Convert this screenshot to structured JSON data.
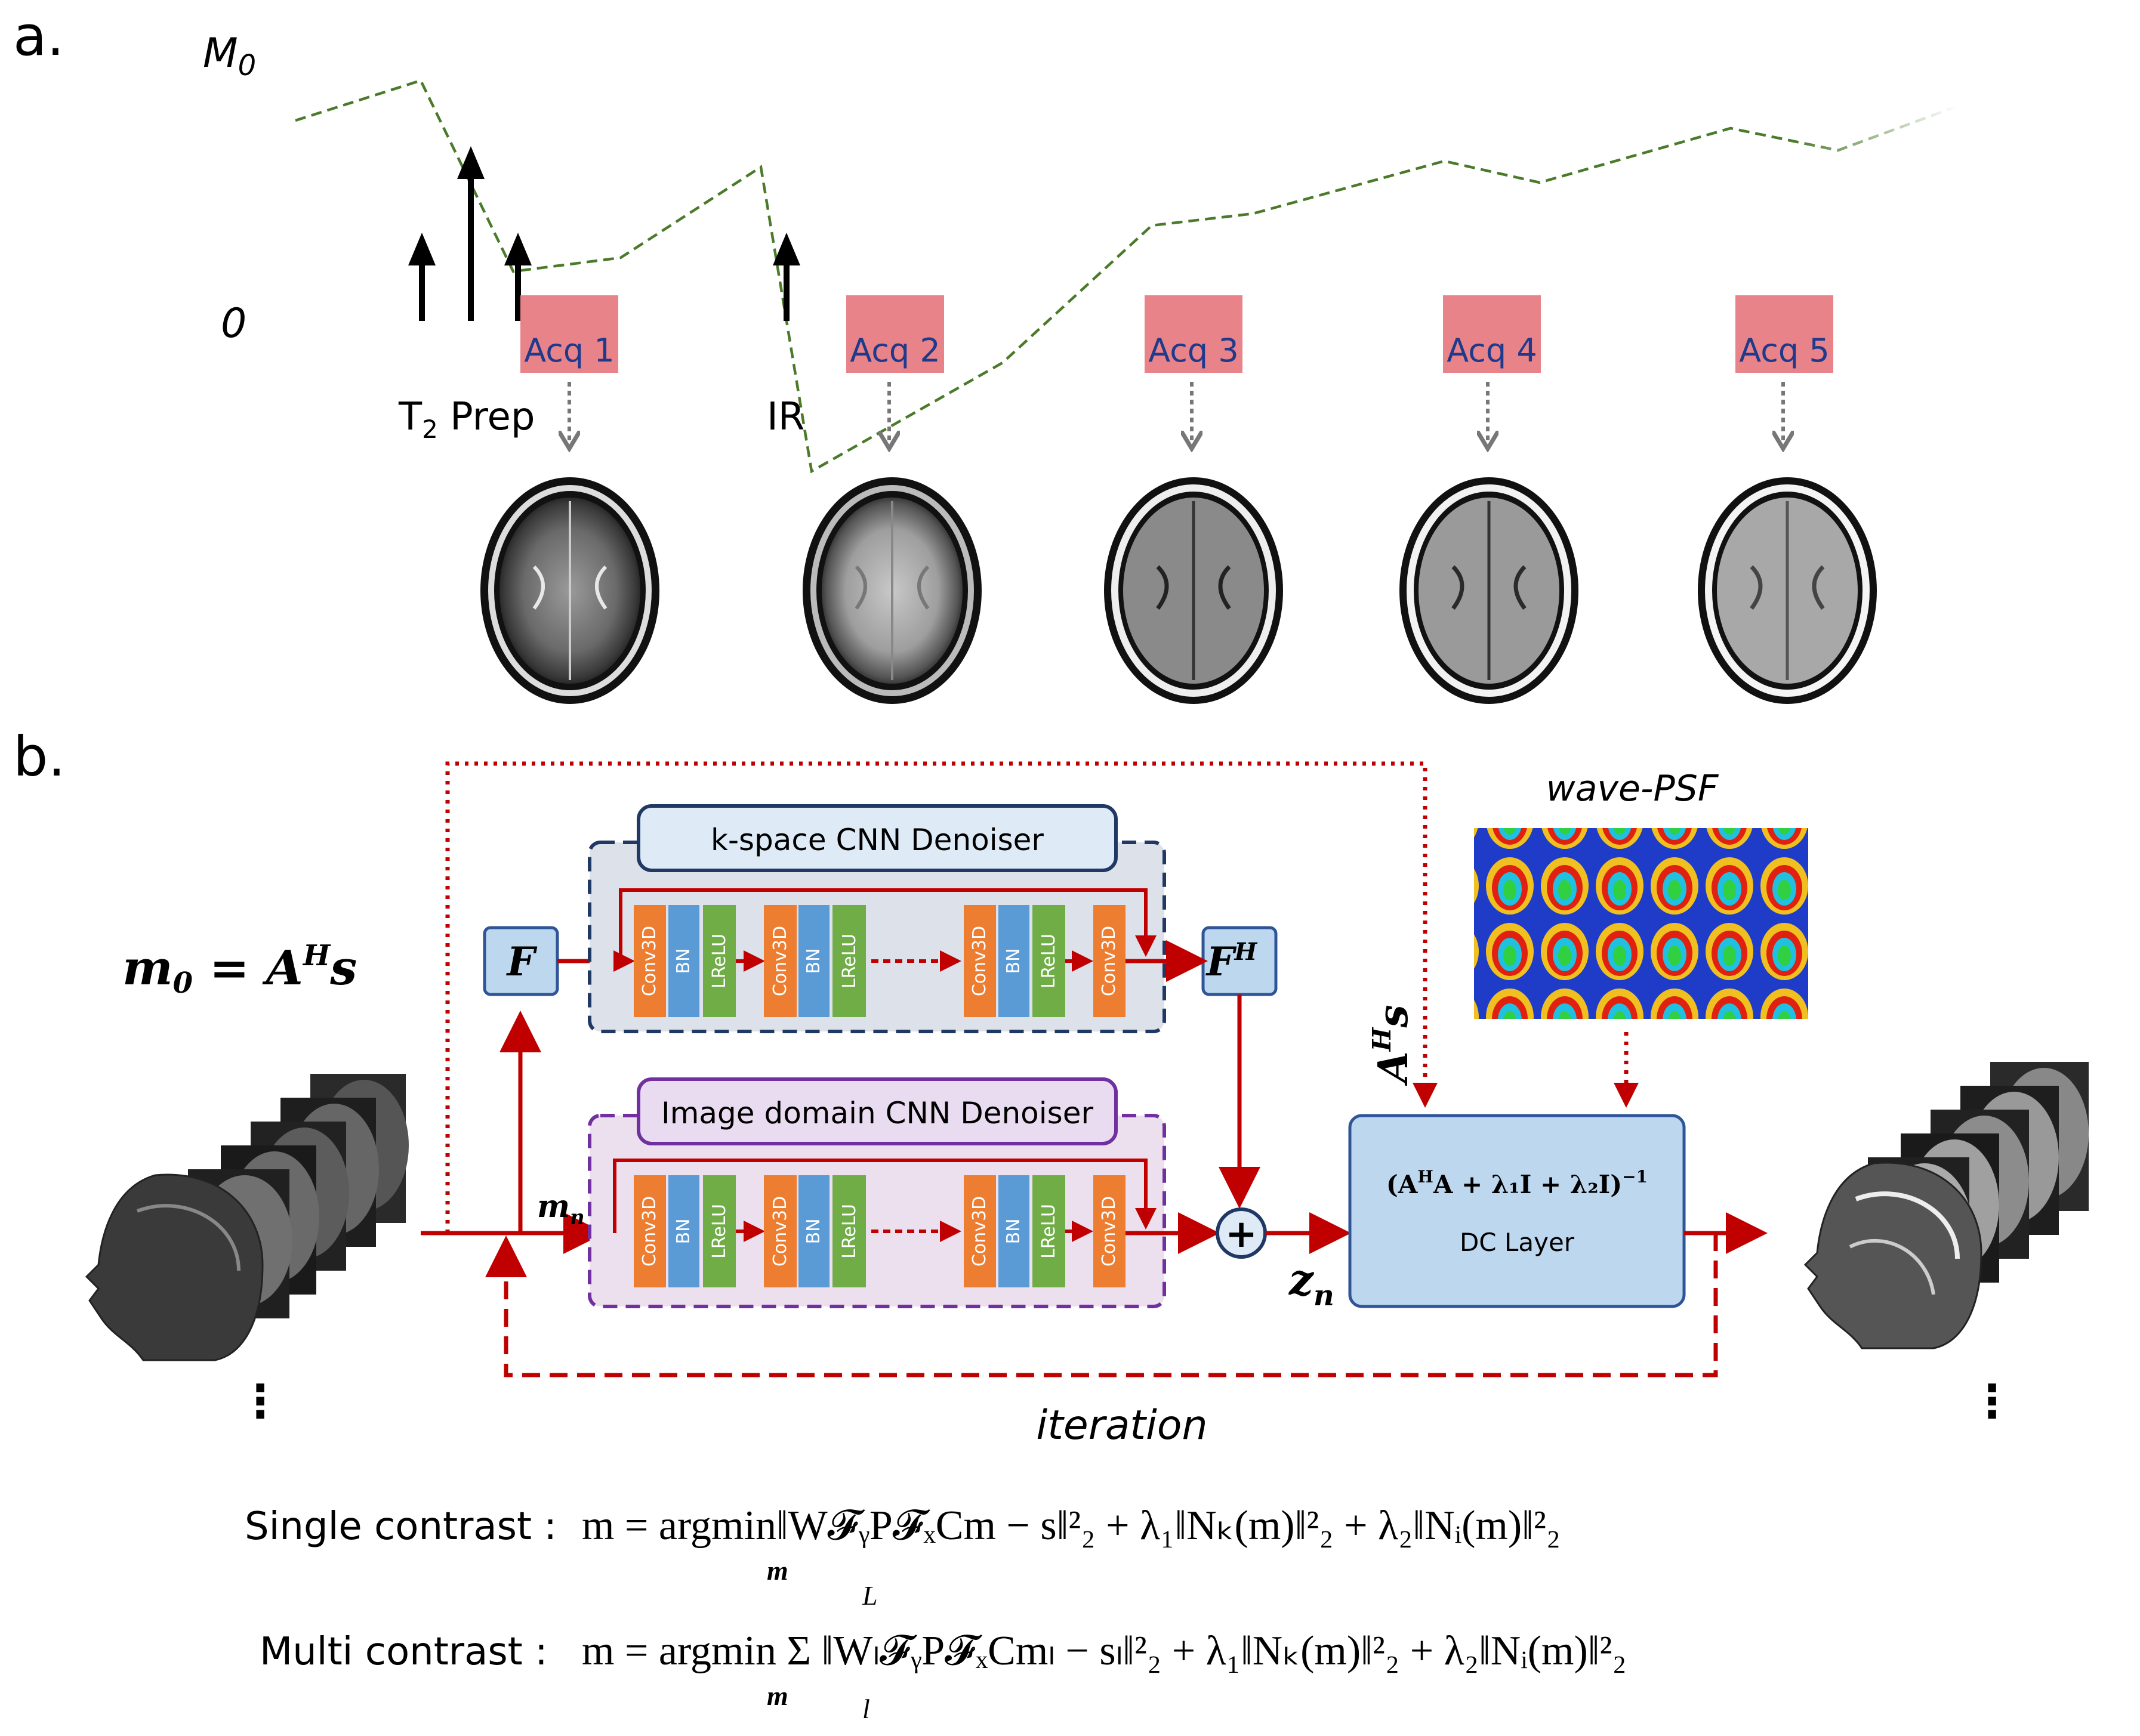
{
  "panel_a": {
    "label": "a.",
    "m0": "M",
    "m0_sub": "0",
    "zero": "0",
    "t2prep": "T",
    "t2prep_sub": "2",
    "t2prep_rest": " Prep",
    "ir": "IR",
    "acq": [
      "Acq 1",
      "Acq 2",
      "Acq 3",
      "Acq 4",
      "Acq 5"
    ]
  },
  "panel_b": {
    "label": "b.",
    "m0_eq_m": "m",
    "m0_eq_sub": "0",
    "m0_eq_rest": " = A",
    "m0_eq_sup": "H",
    "m0_eq_s": "s",
    "kspace_title": "k-space CNN Denoiser",
    "image_title": "Image domain CNN Denoiser",
    "layers": [
      "Conv3D",
      "BN",
      "LReLU",
      "Conv3D",
      "BN",
      "LReLU",
      "Conv3D",
      "BN",
      "LReLU",
      "Conv3D"
    ],
    "fourier": "F",
    "fourier_inv_sup": "H",
    "mn": "m",
    "mn_sub": "n",
    "zn": "z",
    "zn_sub": "n",
    "ahs": "A",
    "ahs_sup": "H",
    "ahs_s": "s",
    "wave_psf": "wave-PSF",
    "dc_formula": "(A",
    "dc_formula_sup": "H",
    "dc_formula_rest": "A + λ₁I + λ₂I)",
    "dc_formula_exp": "−1",
    "dc_layer": "DC Layer",
    "plus": "+",
    "iteration": "iteration",
    "ellipsis": "⋮"
  },
  "equations": {
    "single_label": "Single contrast :",
    "single_eq": "m = argmin‖W𝓕ᵧP𝓕ₓCm − s‖²₂ + λ₁‖Nₖ(m)‖²₂ + λ₂‖Nᵢ(m)‖²₂",
    "single_under": "m",
    "multi_label": "Multi contrast :",
    "multi_eq": "m = argmin Σ ‖Wₗ𝓕ᵧP𝓕ₓCmₗ − sₗ‖²₂ + λ₁‖Nₖ(m)‖²₂ + λ₂‖Nᵢ(m)‖²₂",
    "multi_under": "m",
    "sum_top": "L",
    "sum_bottom": "l"
  },
  "colors": {
    "acq_box": "#e8838a",
    "acq_text": "#1f3a8a",
    "curve": "#4a7a2a",
    "arrow_red": "#c00000",
    "conv": "#ed7d31",
    "bn": "#5b9bd5",
    "lrelu": "#70ad47",
    "kspace_bg": "#dde1ea",
    "kspace_border": "#1f3864",
    "image_bg": "#ece0ef",
    "image_border": "#7030a0",
    "dc_bg": "#bdd7ee"
  }
}
